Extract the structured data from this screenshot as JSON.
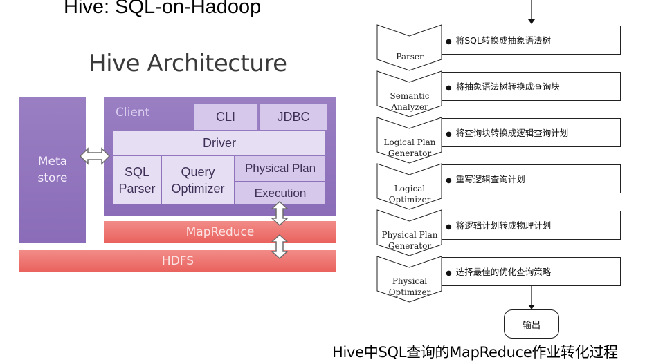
{
  "slide_title": "Hive: SQL-on-Hadoop",
  "architecture": {
    "title": "Hive Architecture",
    "metastore": "Meta\nstore",
    "client": "Client",
    "cli": "CLI",
    "jdbc": "JDBC",
    "driver": "Driver",
    "sql_parser": "SQL\nParser",
    "query_optimizer": "Query\nOptimizer",
    "physical_plan": "Physical Plan",
    "execution": "Execution",
    "mapreduce": "MapReduce",
    "hdfs": "HDFS"
  },
  "flowchart": {
    "steps": [
      {
        "label": "Parser",
        "desc": "将SQL转换成抽象语法树"
      },
      {
        "label": "Semantic\nAnalyzer",
        "desc": "将抽象语法树转换成查询块"
      },
      {
        "label": "Logical Plan\nGenerator",
        "desc": "将查询块转换成逻辑查询计划"
      },
      {
        "label": "Logical\nOptimizer",
        "desc": "重写逻辑查询计划"
      },
      {
        "label": "Physical Plan\nGenerator",
        "desc": "将逻辑计划转成物理计划"
      },
      {
        "label": "Physical\nOptimizer",
        "desc": "选择最佳的优化查询策略"
      }
    ],
    "output": "输出",
    "bullet": "●"
  },
  "caption": "Hive中SQL查询的MapReduce作业转化过程"
}
